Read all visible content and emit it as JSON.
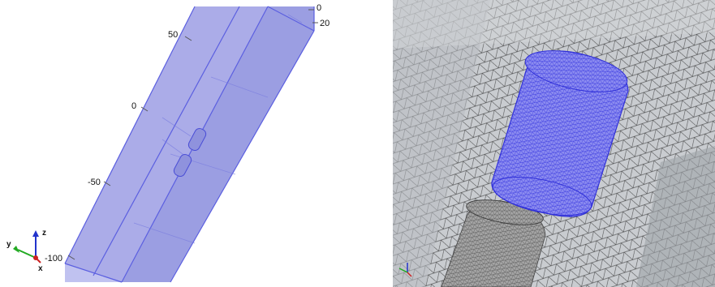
{
  "left_view": {
    "tick_labels": [
      "0",
      "20",
      "50",
      "0",
      "-50",
      "-100"
    ],
    "colors": {
      "box_fill": "#a7a8e6",
      "box_edge": "#5b5fe0",
      "background": "#ffffff"
    }
  },
  "right_view": {
    "colors": {
      "mesh": "#222222",
      "blue_cylinder": "#6b6bf5",
      "grey_cylinder": "#9a9a9a",
      "background": "#c9ccd0"
    }
  },
  "axis_triad": {
    "labels": {
      "z": "z",
      "y": "y",
      "x": "x"
    },
    "colors": {
      "z": "#2233cc",
      "y": "#22aa22",
      "x": "#cc2222"
    }
  }
}
